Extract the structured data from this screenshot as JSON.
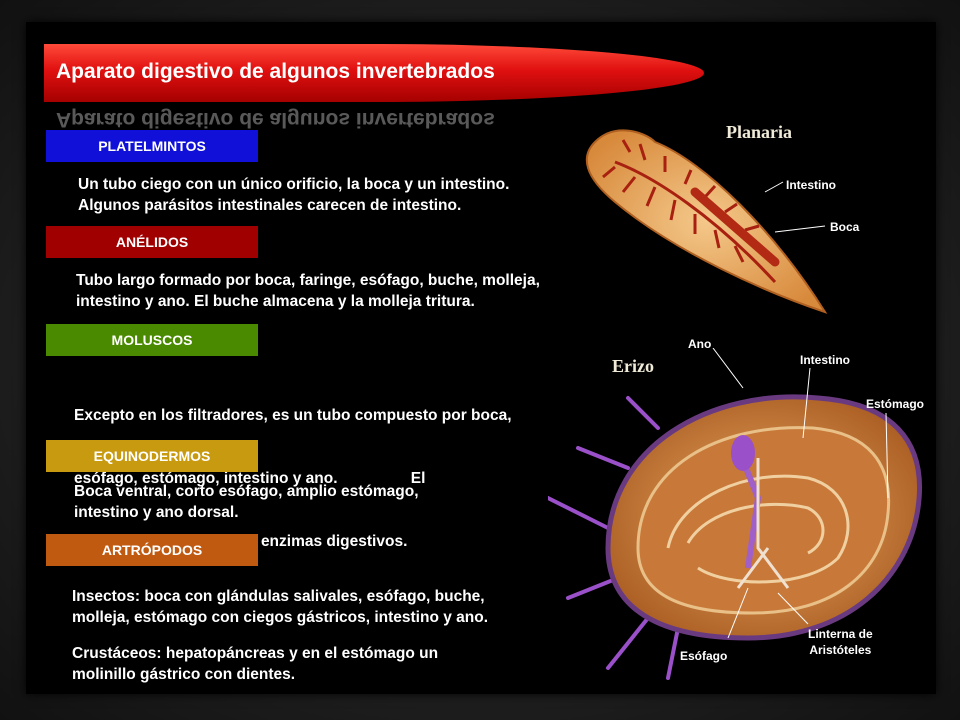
{
  "title": "Aparato digestivo de algunos invertebrados",
  "colors": {
    "platelmintos": "#1010d8",
    "anelidos": "#a00000",
    "moluscos": "#4a8a00",
    "equinodermos": "#c89a10",
    "artropodos": "#c05a10"
  },
  "sections": {
    "platelmintos": {
      "label": "PLATELMINTOS",
      "line1": "Un tubo ciego con un único orificio, la boca y un intestino.",
      "line2": "Algunos parásitos intestinales carecen de intestino."
    },
    "anelidos": {
      "label": "ANÉLIDOS",
      "line1": "Tubo largo formado por boca, faringe, esófago, buche, molleja,",
      "line2": "intestino y ano. El buche almacena y la molleja tritura."
    },
    "moluscos": {
      "label": "MOLUSCOS",
      "line1": "Excepto en los filtradores, es un tubo compuesto por boca,",
      "line2": "esófago, estómago, intestino y ano.                 El",
      "line3": "hepatopáncreas segrega enzimas digestivos."
    },
    "equinodermos": {
      "label": "EQUINODERMOS",
      "line1": "Boca ventral, corto esófago, amplio estómago,",
      "line2": "intestino y ano dorsal."
    },
    "artropodos": {
      "label": "ARTRÓPODOS",
      "insectos1": "Insectos: boca con glándulas salivales, esófago, buche,",
      "insectos2": "molleja, estómago con ciegos gástricos, intestino y ano.",
      "crust1": "Crustáceos: hepatopáncreas y en el estómago un",
      "crust2": "molinillo gástrico con dientes."
    }
  },
  "planaria": {
    "title": "Planaria",
    "intestino": "Intestino",
    "boca": "Boca"
  },
  "erizo": {
    "title": "Erizo",
    "ano": "Ano",
    "intestino": "Intestino",
    "estomago": "Estómago",
    "linterna1": "Linterna de",
    "linterna2": "Aristóteles",
    "esofago": "Esófago"
  }
}
